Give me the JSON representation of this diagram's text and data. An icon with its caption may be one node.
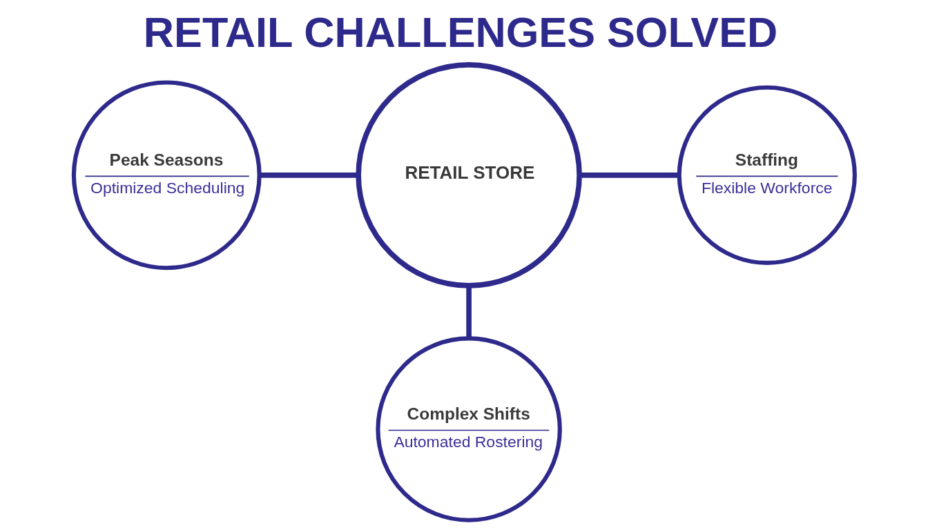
{
  "diagram": {
    "title": "RETAIL CHALLENGES SOLVED",
    "nodes": [
      {
        "text": [
          "Peak Seasons",
          "Optimized Scheduling"
        ]
      },
      {
        "text": [
          "RETAIL STORE"
        ]
      },
      {
        "text": [
          "Staffing",
          "Flexible Workforce"
        ]
      },
      {
        "text": [
          "Complex Shifts",
          "Automated Rostering"
        ]
      }
    ],
    "edges": [
      {
        "from": 0,
        "to": 1,
        "arrow": "none"
      },
      {
        "from": 1,
        "to": 2,
        "arrow": "none"
      },
      {
        "from": 1,
        "to": 3,
        "arrow": "none"
      }
    ]
  }
}
